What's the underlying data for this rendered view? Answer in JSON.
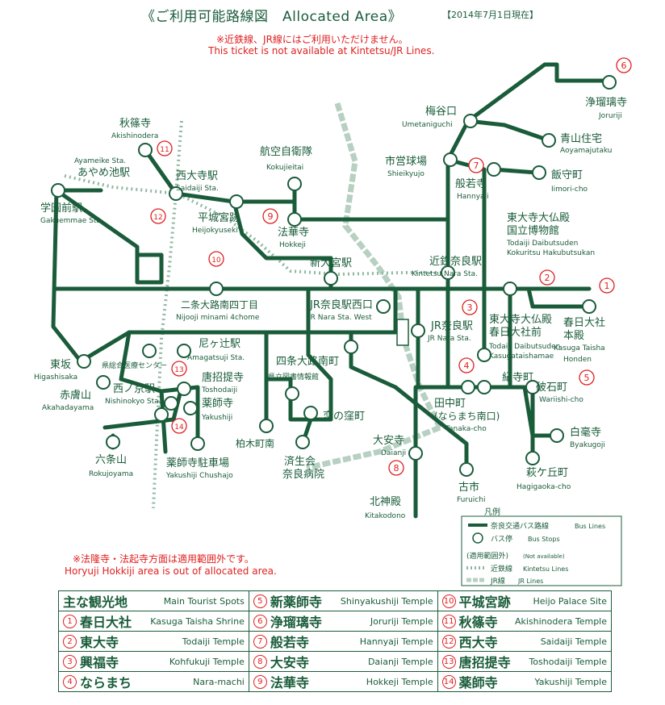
{
  "header": {
    "title": "《ご利用可能路線図　Allocated Area》",
    "date": "【2014年7月1日現在】",
    "warning_jp": "※近鉄線、JR線にはご利用いただけません。",
    "warning_en": "This ticket is not available at Kintetsu/JR Lines."
  },
  "footer_note": {
    "jp": "※法隆寺・法起寺方面は適用範囲外です。",
    "en": "Horyuji Hokkiji area is out of allocated area."
  },
  "colors": {
    "bus": "#1a5c3a",
    "accent": "#e02020",
    "kintetsu": "#8fb8a2",
    "jr": "#b7d0c2"
  },
  "legend": {
    "title": "凡例",
    "bus_jp": "奈良交通バス路線",
    "bus_en": "Bus Lines",
    "stop_jp": "バス停",
    "stop_en": "Bus Stops",
    "out_jp": "(適用範囲外)",
    "out_en": "(Not available)",
    "kintetsu_jp": "近鉄線",
    "kintetsu_en": "Kintetsu Lines",
    "jr_jp": "JR線",
    "jr_en": "JR Lines"
  },
  "labels": {
    "akishinodera": [
      "秋篠寺",
      "Akishinodera"
    ],
    "ayameike": [
      "Ayameike Sta.",
      "あやめ池駅"
    ],
    "saidaiji": [
      "西大寺駅",
      "Saidaiji Sta."
    ],
    "gakuenmae": [
      "学園前駅",
      "Gakuemmae Sta."
    ],
    "heijokyuseki": [
      "平城宮跡",
      "Heijokyuseki"
    ],
    "kokujieitai": [
      "航空自衛隊",
      "Kokujieitai"
    ],
    "hokkeji": [
      "法華寺",
      "Hokkeji"
    ],
    "umetanichi": [
      "梅谷口",
      "Umetaniguchi"
    ],
    "shieikyujo": [
      "市営球場",
      "Shieikyujo"
    ],
    "hannyaji": [
      "般若寺",
      "Hannyaji"
    ],
    "joruriji": [
      "浄瑠璃寺",
      "Joruriji"
    ],
    "aoyama": [
      "青山住宅",
      "Aoyamajutaku"
    ],
    "iimori": [
      "飯守町",
      "Iimori-cho"
    ],
    "todaiji_kokuritsu": [
      "東大寺大仏殿",
      "国立博物館",
      "Todaiji Daibutsuden",
      "Kokuritsu Hakubutsukan"
    ],
    "shinomiya": [
      "新大宮駅"
    ],
    "kintetsunara": [
      "近鉄奈良駅",
      "Kintetsu Nara Sta."
    ],
    "nijooji": [
      "二条大路南四丁目",
      "Nijooji minami 4chome"
    ],
    "jrnaranishi": [
      "JR奈良駅西口",
      "JR Nara Sta. West"
    ],
    "jrnara": [
      "JR奈良駅",
      "JR Nara Sta."
    ],
    "todaiji_kasuga": [
      "東大寺大仏殿",
      "春日大社前",
      "Todaiji Daibutsuden",
      "Kasugataishamae"
    ],
    "kasuga_honden": [
      "春日大社",
      "本殿",
      "Kasuga Taisha",
      "Honden"
    ],
    "amagatsuji": [
      "尼ヶ辻駅",
      "Amagatsuji Sta."
    ],
    "higashisaka": [
      "東坂",
      "Higashisaka"
    ],
    "akahadayama": [
      "赤膚山",
      "Akahadayama"
    ],
    "kensogo": [
      "県総合医療センター"
    ],
    "nishinokyo": [
      "西ノ京駅",
      "Nishinokyo Sta."
    ],
    "toshodaiji": [
      "唐招提寺",
      "Toshodaiji"
    ],
    "yakushiji": [
      "薬師寺",
      "Yakushiji"
    ],
    "shijo": [
      "四条大路南町"
    ],
    "kentosho": [
      "県立図書情報館"
    ],
    "koinokubo": [
      "恋の窪町"
    ],
    "kashiwagi": [
      "柏木町南"
    ],
    "saiseikai": [
      "済生会",
      "奈良病院"
    ],
    "kidera": [
      "紀寺町"
    ],
    "tanakacho": [
      "田中町",
      "(ならまち南口)",
      "Tanaka-cho"
    ],
    "wariishi": [
      "破石町",
      "Wariishi-cho"
    ],
    "daianji": [
      "大安寺",
      "Daianji"
    ],
    "kitakodono": [
      "北神殿",
      "Kitakodono"
    ],
    "furuichi": [
      "古市",
      "Furuichi"
    ],
    "byakugoji": [
      "白毫寺",
      "Byakugoji"
    ],
    "hagigaoka": [
      "萩ケ丘町",
      "Hagigaoka-cho"
    ],
    "rokujoyama": [
      "六条山",
      "Rokujoyama"
    ],
    "yakushi_chusha": [
      "薬師寺駐車場",
      "Yakushiji Chushajo"
    ]
  },
  "tourist_spots": {
    "header_jp": "主な観光地",
    "header_en": "Main Tourist Spots",
    "items": [
      {
        "no": "1",
        "jp": "春日大社",
        "en": "Kasuga Taisha Shrine"
      },
      {
        "no": "2",
        "jp": "東大寺",
        "en": "Todaiji Temple"
      },
      {
        "no": "3",
        "jp": "興福寺",
        "en": "Kohfukuji Temple"
      },
      {
        "no": "4",
        "jp": "ならまち",
        "en": "Nara-machi"
      },
      {
        "no": "5",
        "jp": "新薬師寺",
        "en": "Shinyakushiji Temple"
      },
      {
        "no": "6",
        "jp": "浄瑠璃寺",
        "en": "Joruriji Temple"
      },
      {
        "no": "7",
        "jp": "般若寺",
        "en": "Hannyaji Temple"
      },
      {
        "no": "8",
        "jp": "大安寺",
        "en": "Daianji Temple"
      },
      {
        "no": "9",
        "jp": "法華寺",
        "en": "Hokkeji Temple"
      },
      {
        "no": "10",
        "jp": "平城宮跡",
        "en": "Heijo Palace Site"
      },
      {
        "no": "11",
        "jp": "秋篠寺",
        "en": "Akishinodera Temple"
      },
      {
        "no": "12",
        "jp": "西大寺",
        "en": "Saidaiji Temple"
      },
      {
        "no": "13",
        "jp": "唐招提寺",
        "en": "Toshodaiji Temple"
      },
      {
        "no": "14",
        "jp": "薬師寺",
        "en": "Yakushiji Temple"
      }
    ]
  }
}
